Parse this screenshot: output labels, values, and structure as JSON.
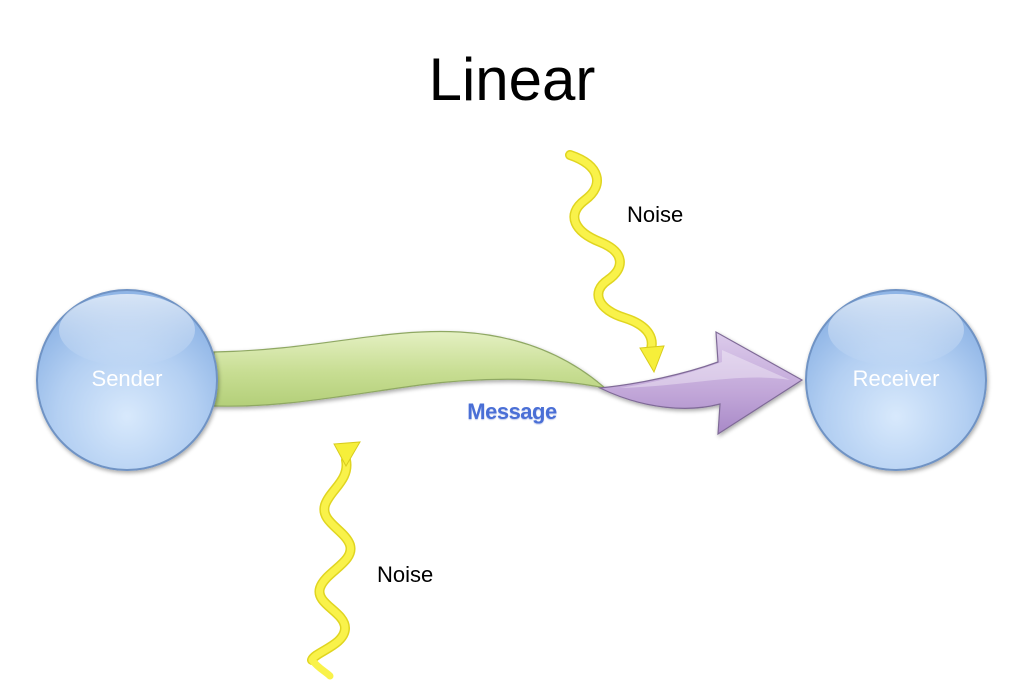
{
  "title": "Linear",
  "nodes": {
    "sender": "Sender",
    "receiver": "Receiver"
  },
  "message": "Message",
  "noise": [
    "Noise",
    "Noise"
  ],
  "colors": {
    "node_fill_top": "#a9c8f0",
    "node_fill_bottom": "#d3e6fb",
    "node_stroke": "#6f93c4",
    "message_band_green": "#cfe3a0",
    "message_arrow_purple": "#c3a9d8",
    "noise_yellow": "#f6ef3a",
    "message_text": "#4a6fd6"
  }
}
